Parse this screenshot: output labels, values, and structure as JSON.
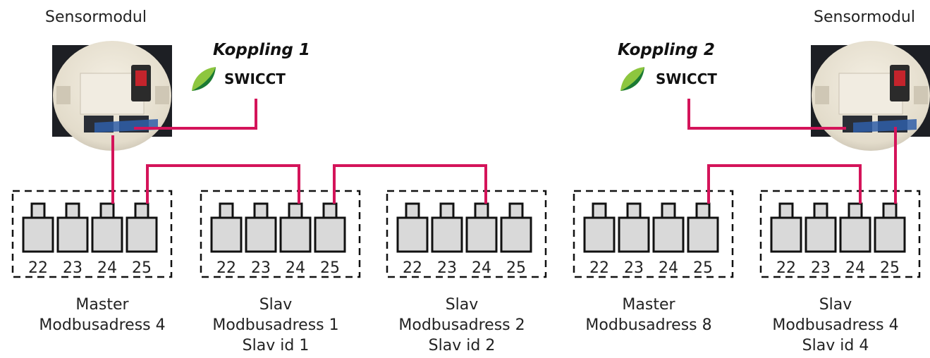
{
  "sensor_modules": [
    {
      "label": "Sensormodul"
    },
    {
      "label": "Sensormodul"
    }
  ],
  "couplings": [
    {
      "title": "Koppling 1",
      "device": "SWICCT",
      "icon": "leaf-icon"
    },
    {
      "title": "Koppling 2",
      "device": "SWICCT",
      "icon": "leaf-icon"
    }
  ],
  "units": [
    {
      "role": "Master",
      "address": "Modbusadress 4",
      "slave_id": "",
      "terminals": [
        "22",
        "23",
        "24",
        "25"
      ]
    },
    {
      "role": "Slav",
      "address": "Modbusadress 1",
      "slave_id": "Slav id 1",
      "terminals": [
        "22",
        "23",
        "24",
        "25"
      ]
    },
    {
      "role": "Slav",
      "address": "Modbusadress 2",
      "slave_id": "Slav id 2",
      "terminals": [
        "22",
        "23",
        "24",
        "25"
      ]
    },
    {
      "role": "Master",
      "address": "Modbusadress 8",
      "slave_id": "",
      "terminals": [
        "22",
        "23",
        "24",
        "25"
      ]
    },
    {
      "role": "Slav",
      "address": "Modbusadress 4",
      "slave_id": "Slav id 4",
      "terminals": [
        "22",
        "23",
        "24",
        "25"
      ]
    }
  ],
  "colors": {
    "wire": "#d4145a",
    "leaf_light": "#8dc63f",
    "leaf_dark": "#1b7a34",
    "terminal_fill": "#d9d9d9"
  }
}
